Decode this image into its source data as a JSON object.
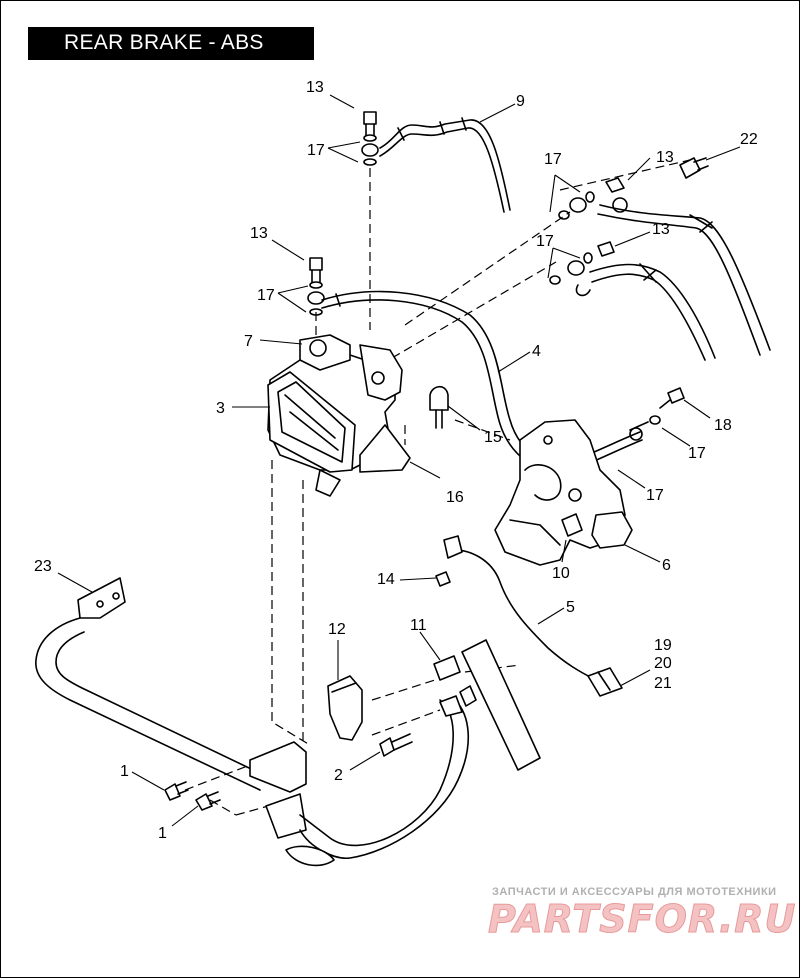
{
  "title": "REAR BRAKE - ABS",
  "watermark": {
    "caption": "ЗАПЧАСТИ И АКСЕССУАРЫ ДЛЯ МОТОТЕХНИКИ",
    "logo": "PARTSFOR.RU"
  },
  "callouts": {
    "c1a": "1",
    "c1b": "1",
    "c2": "2",
    "c3": "3",
    "c4": "4",
    "c5": "5",
    "c6": "6",
    "c7": "7",
    "c9": "9",
    "c10": "10",
    "c11": "11",
    "c12": "12",
    "c13a": "13",
    "c13b": "13",
    "c13c": "13",
    "c13d": "13",
    "c14": "14",
    "c15": "15",
    "c16": "16",
    "c17a": "17",
    "c17b": "17",
    "c17c": "17",
    "c17d": "17",
    "c17e": "17",
    "c17f": "17",
    "c18": "18",
    "c19": "19",
    "c20": "20",
    "c21": "21",
    "c22": "22",
    "c23": "23"
  }
}
